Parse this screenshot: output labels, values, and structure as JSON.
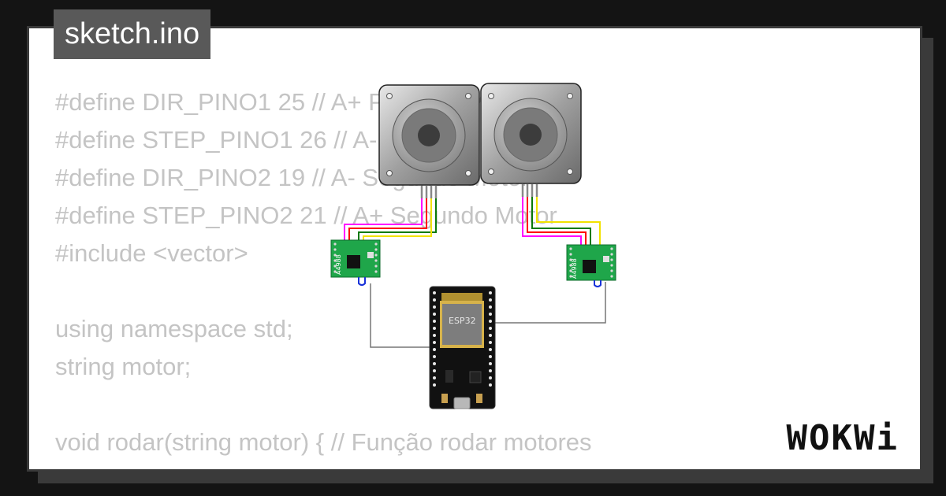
{
  "tab": {
    "filename": "sketch.ino"
  },
  "code_lines": [
    "#define DIR_PINO1 25 // A+ Primeiro Motor",
    "#define STEP_PINO1 26 // A- Primeiro Motor",
    "#define DIR_PINO2 19 // A- Segundo Motor",
    "#define STEP_PINO2 21 // A+ Segundo Motor",
    "#include <vector>",
    "",
    "using namespace std;",
    "string motor;",
    "",
    "void rodar(string motor) { // Função rodar motores"
  ],
  "components": {
    "driver_label": "A4988",
    "mcu_label": "ESP32"
  },
  "colors": {
    "page_bg": "#141414",
    "card_shadow": "#3a3a3a",
    "tab_bg": "#595959",
    "code_text": "#c4c4c4",
    "board_green": "#1fa64a",
    "wire_magenta": "#ff00ff",
    "wire_red": "#ff0000",
    "wire_yellow": "#f2e200",
    "wire_green": "#0a7a0a",
    "wire_blue": "#1a33d9",
    "wire_gray": "#777777"
  },
  "brand": {
    "logo": "WOKWi"
  }
}
